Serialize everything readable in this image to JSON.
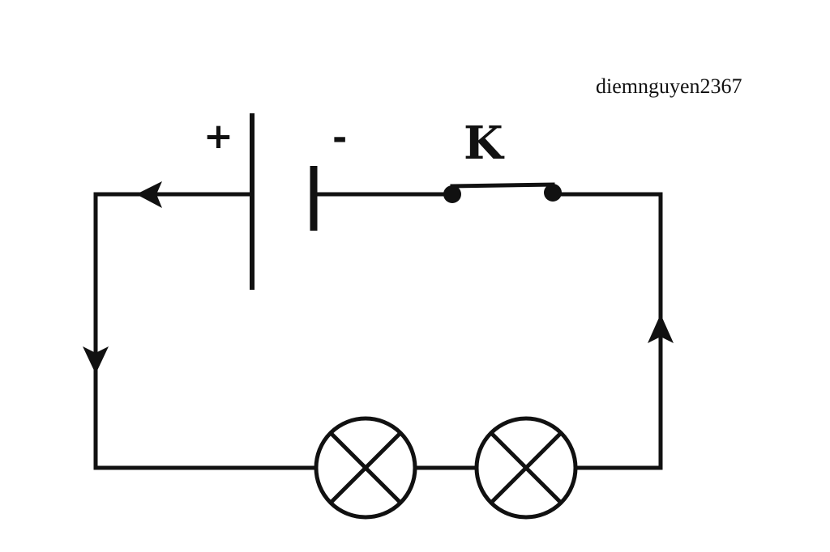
{
  "diagram": {
    "watermark": "diemnguyen2367",
    "battery": {
      "plus_label": "+",
      "minus_label": "-"
    },
    "switch": {
      "label": "K"
    },
    "lamps": [
      {
        "symbol": "lamp-cross-circle"
      },
      {
        "symbol": "lamp-cross-circle"
      }
    ],
    "current_arrows": [
      "left",
      "down",
      "up"
    ],
    "colors": {
      "stroke": "#111111",
      "background": "#ffffff"
    }
  }
}
